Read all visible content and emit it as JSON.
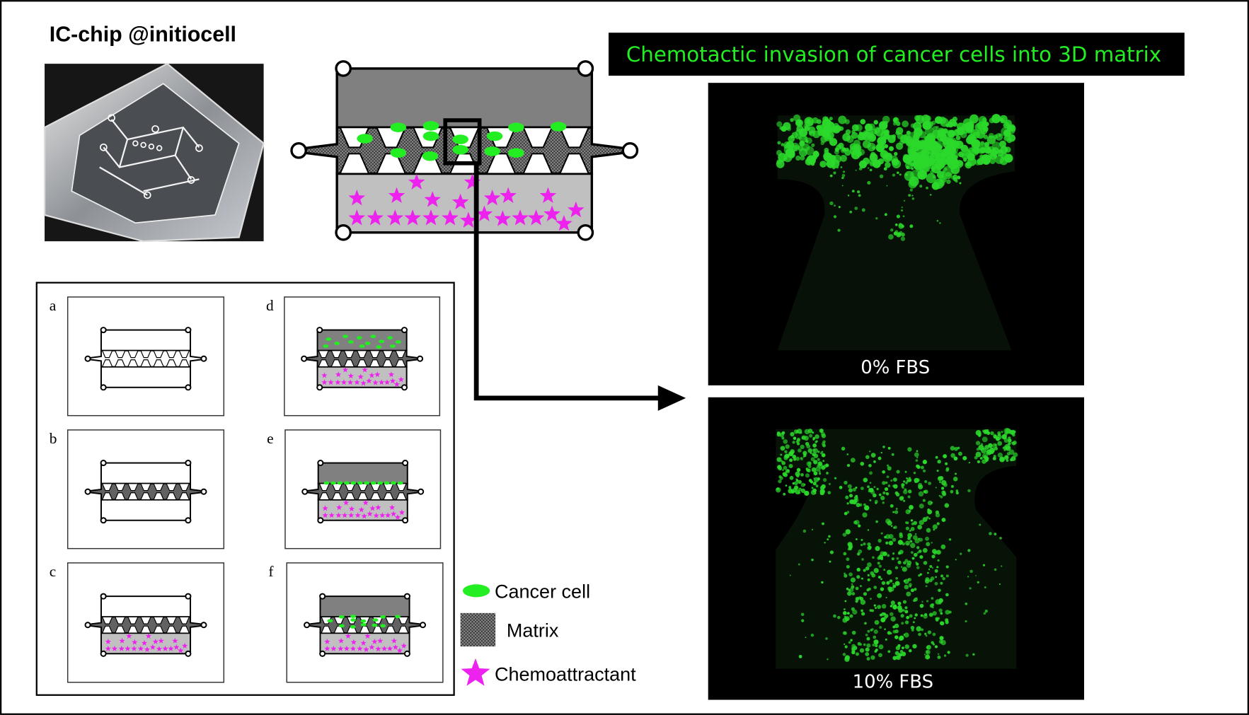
{
  "header": {
    "title": "IC-chip @initiocell"
  },
  "results": {
    "title": "Chemotactic invasion of cancer cells into 3D matrix",
    "images": [
      {
        "label": "0% FBS"
      },
      {
        "label": "10% FBS"
      }
    ]
  },
  "legend": {
    "items": [
      {
        "label": "Cancer cell",
        "icon": "green-ellipse-icon",
        "color": "#22ee22"
      },
      {
        "label": "Matrix",
        "icon": "matrix-hatch-icon",
        "color": "#555555"
      },
      {
        "label": "Chemoattractant",
        "icon": "magenta-star-icon",
        "color": "#ee22ee"
      }
    ]
  },
  "steps": {
    "panels": [
      {
        "label": "a"
      },
      {
        "label": "b"
      },
      {
        "label": "c"
      },
      {
        "label": "d"
      },
      {
        "label": "e"
      },
      {
        "label": "f"
      }
    ]
  },
  "colors": {
    "cell": "#22ee22",
    "star": "#ee22ee",
    "top_channel": "#808080",
    "bottom_channel": "#c0c0c0"
  }
}
